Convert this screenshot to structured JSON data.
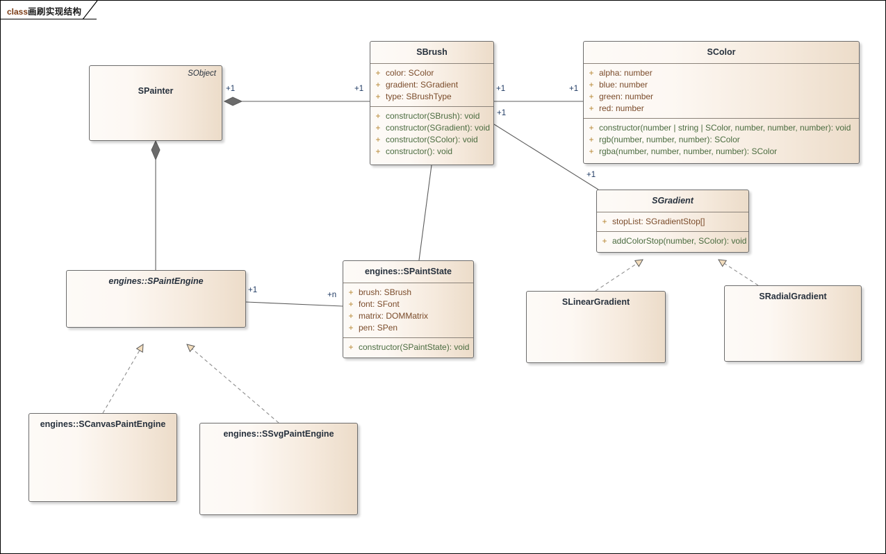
{
  "diagram": {
    "frame_keyword": "class",
    "frame_title": "画刷实现结构"
  },
  "classes": {
    "spainter": {
      "name": "SPainter",
      "stereotype": "SObject",
      "abstract": false
    },
    "sbrush": {
      "name": "SBrush",
      "abstract": false,
      "attributes": [
        {
          "visibility": "+",
          "text": "color: SColor"
        },
        {
          "visibility": "+",
          "text": "gradient: SGradient"
        },
        {
          "visibility": "+",
          "text": "type: SBrushType"
        }
      ],
      "operations": [
        {
          "visibility": "+",
          "text": "constructor(SBrush): void"
        },
        {
          "visibility": "+",
          "text": "constructor(SGradient): void"
        },
        {
          "visibility": "+",
          "text": "constructor(SColor): void"
        },
        {
          "visibility": "+",
          "text": "constructor(): void"
        }
      ]
    },
    "scolor": {
      "name": "SColor",
      "abstract": false,
      "attributes": [
        {
          "visibility": "+",
          "text": "alpha: number"
        },
        {
          "visibility": "+",
          "text": "blue: number"
        },
        {
          "visibility": "+",
          "text": "green: number"
        },
        {
          "visibility": "+",
          "text": "red: number"
        }
      ],
      "operations": [
        {
          "visibility": "+",
          "text": "constructor(number | string | SColor, number, number, number): void"
        },
        {
          "visibility": "+",
          "text": "rgb(number, number, number): SColor"
        },
        {
          "visibility": "+",
          "text": "rgba(number, number, number, number): SColor"
        }
      ]
    },
    "sgradient": {
      "name": "SGradient",
      "abstract": true,
      "attributes": [
        {
          "visibility": "+",
          "text": "stopList: SGradientStop[]"
        }
      ],
      "operations": [
        {
          "visibility": "+",
          "text": "addColorStop(number, SColor): void"
        }
      ]
    },
    "slineargradient": {
      "name": "SLinearGradient",
      "abstract": false
    },
    "sradialgradient": {
      "name": "SRadialGradient",
      "abstract": false
    },
    "spaintengine": {
      "name": "engines::SPaintEngine",
      "abstract": true
    },
    "spaintstate": {
      "name": "engines::SPaintState",
      "abstract": false,
      "attributes": [
        {
          "visibility": "+",
          "text": "brush: SBrush"
        },
        {
          "visibility": "+",
          "text": "font: SFont"
        },
        {
          "visibility": "+",
          "text": "matrix: DOMMatrix"
        },
        {
          "visibility": "+",
          "text": "pen: SPen"
        }
      ],
      "operations": [
        {
          "visibility": "+",
          "text": "constructor(SPaintState): void"
        }
      ]
    },
    "scanvaspaintengine": {
      "name": "engines::SCanvasPaintEngine",
      "abstract": false
    },
    "ssvgpaintengine": {
      "name": "engines::SSvgPaintEngine",
      "abstract": false
    }
  },
  "multiplicities": {
    "painter_brush_src": "+1",
    "painter_brush_dst": "+1",
    "brush_color_src": "+1",
    "brush_color_dst": "+1",
    "brush_gradient_src": "+1",
    "brush_gradient_dst": "+1",
    "engine_state_src": "+1",
    "engine_state_dst": "+n"
  },
  "colors": {
    "box_fill_light": "#fdfaf7",
    "box_fill_dark": "#ecdcc9",
    "box_border": "#6b6b6b",
    "title_text": "#27313d",
    "attribute_text": "#7a4b2a",
    "operation_text": "#4a6b3f",
    "visibility_text": "#b5852f",
    "multiplicity_text": "#1f3a63",
    "connector_line": "#5c5c5c",
    "arrow_fill": "#f3ddbd",
    "keyword_text": "#7a3b14"
  }
}
